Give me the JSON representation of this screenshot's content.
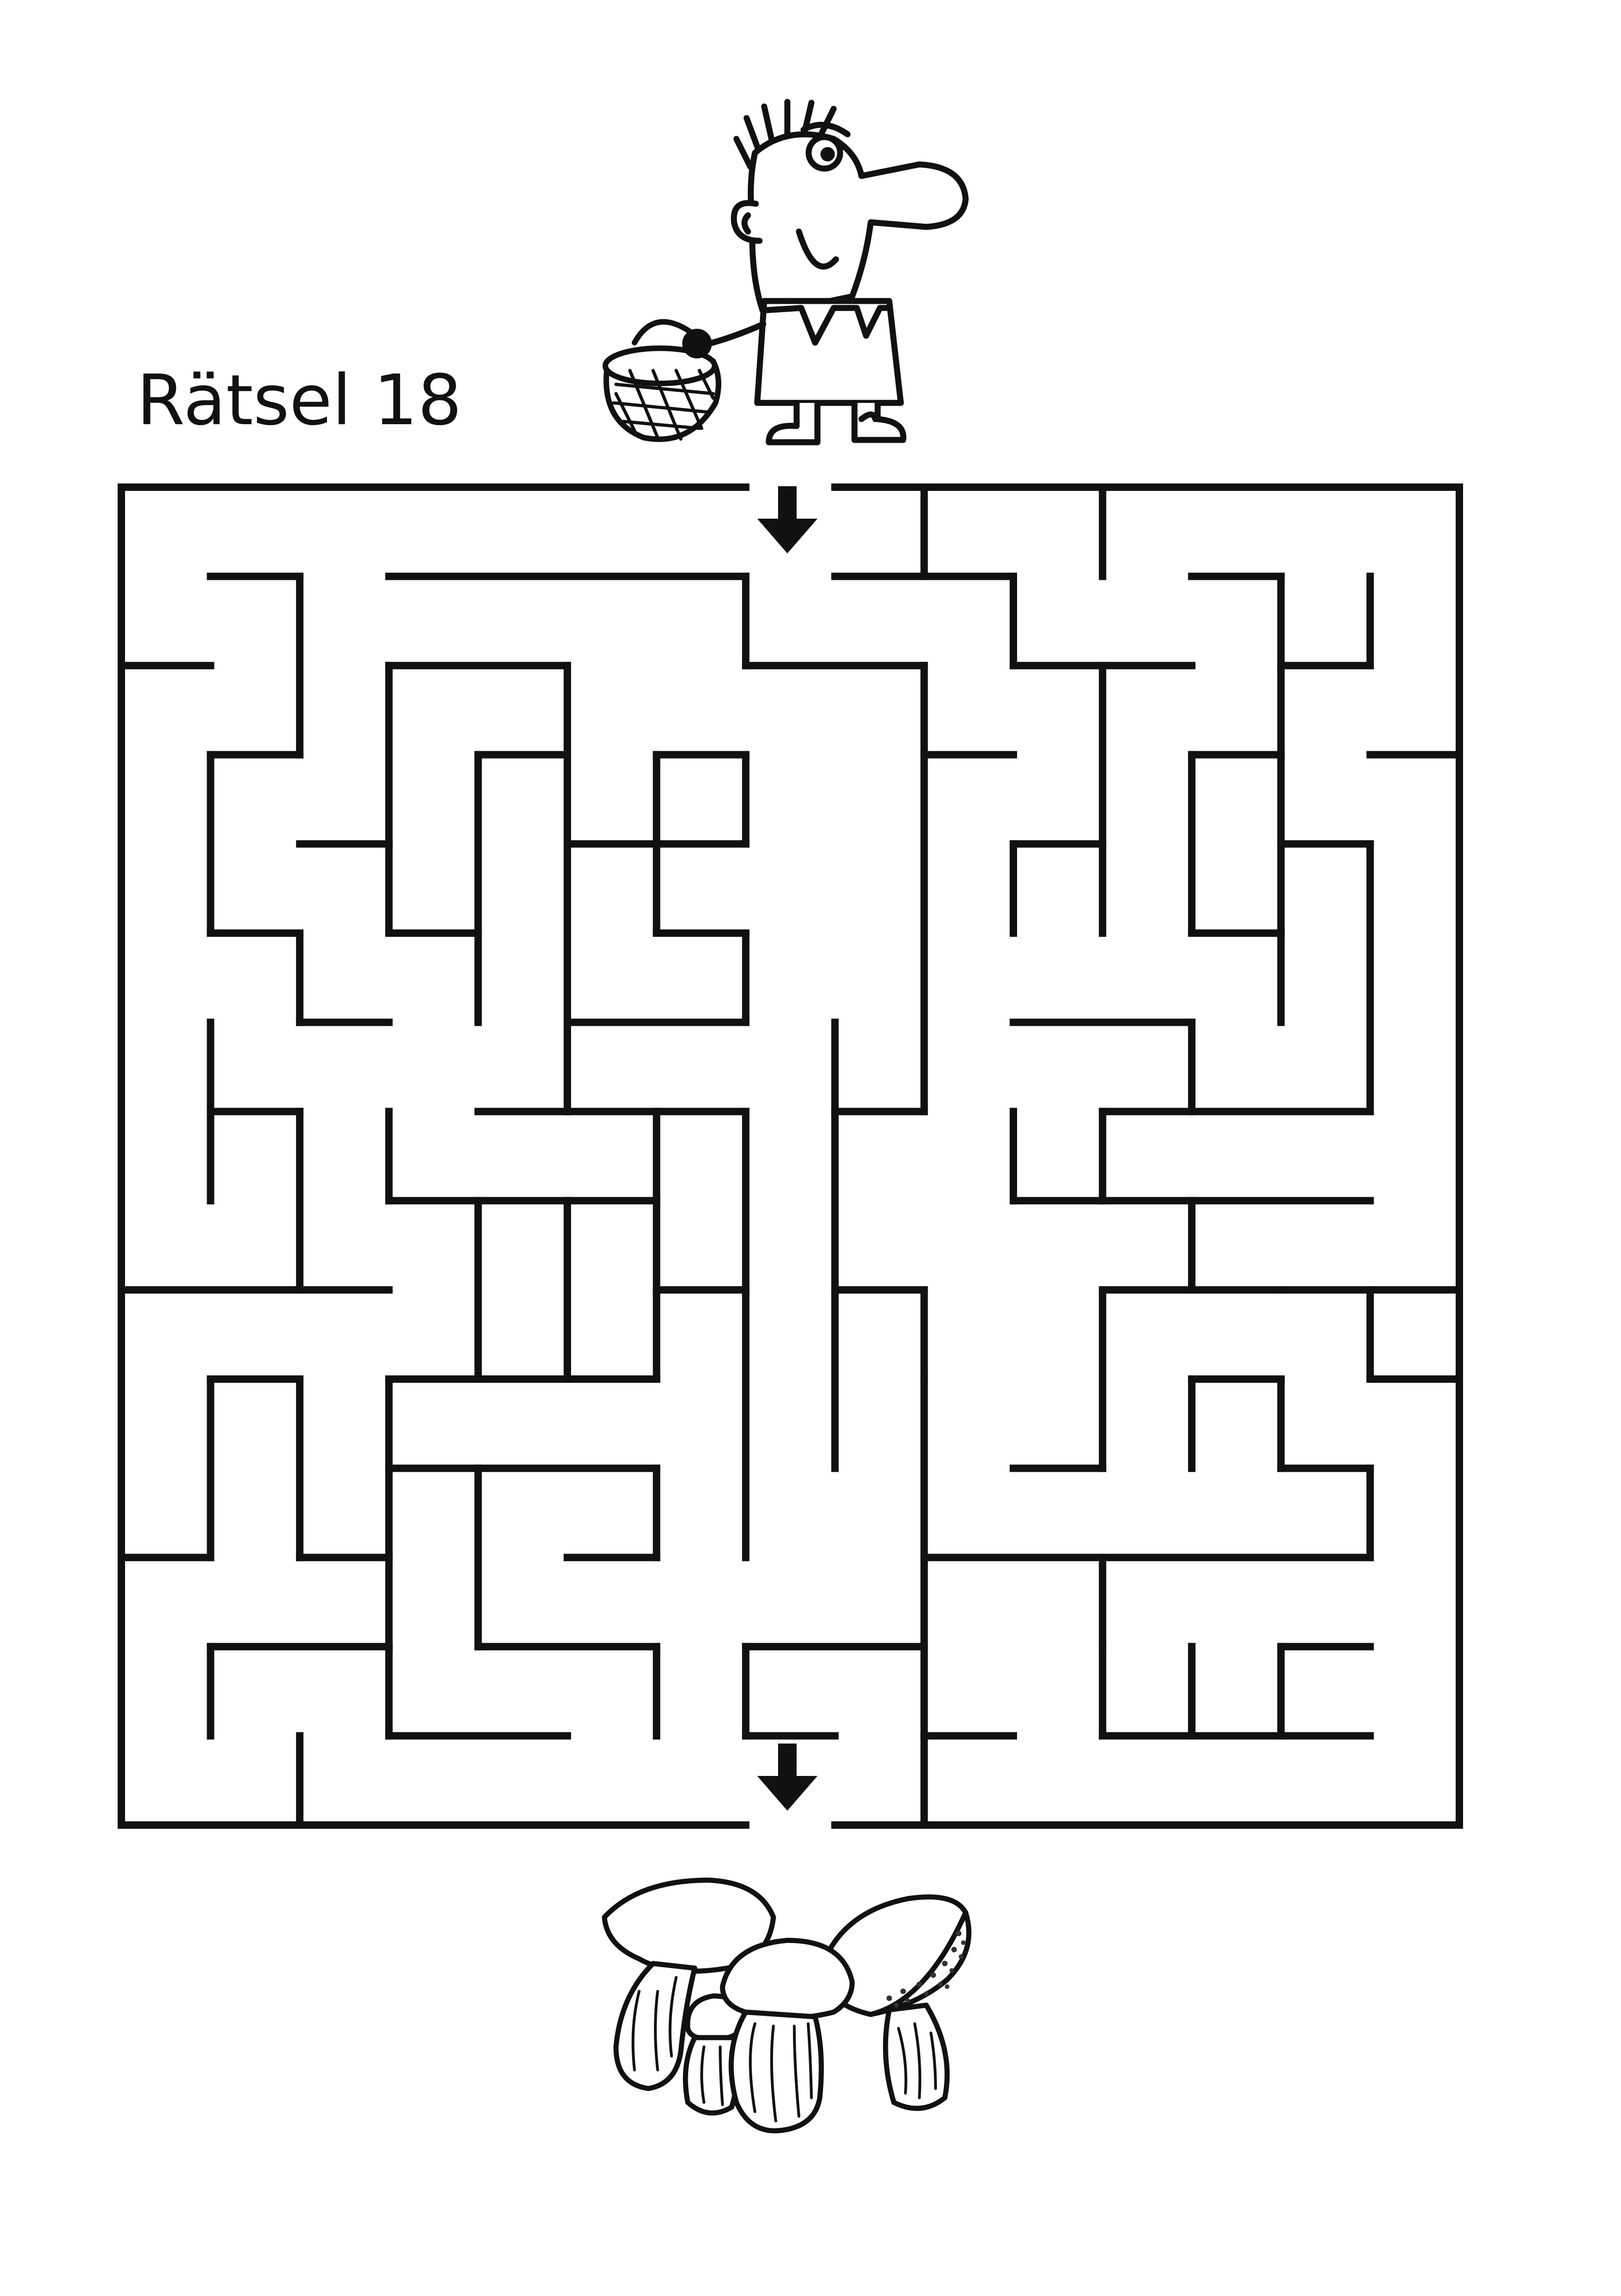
{
  "title": "Rätsel 18",
  "colors": {
    "ink": "#111111",
    "paper": "#ffffff",
    "freckles": "#333333"
  },
  "icons": {
    "character": "man-with-basket-illustration",
    "goal": "mushrooms-illustration",
    "entry": "arrow-down-icon",
    "exit": "arrow-down-icon"
  },
  "maze": {
    "cols": 15,
    "rows": 15,
    "entrance": {
      "side": "top",
      "between_columns": [
        7,
        8
      ]
    },
    "exit": {
      "side": "bottom",
      "between_columns": [
        7,
        8
      ]
    }
  }
}
